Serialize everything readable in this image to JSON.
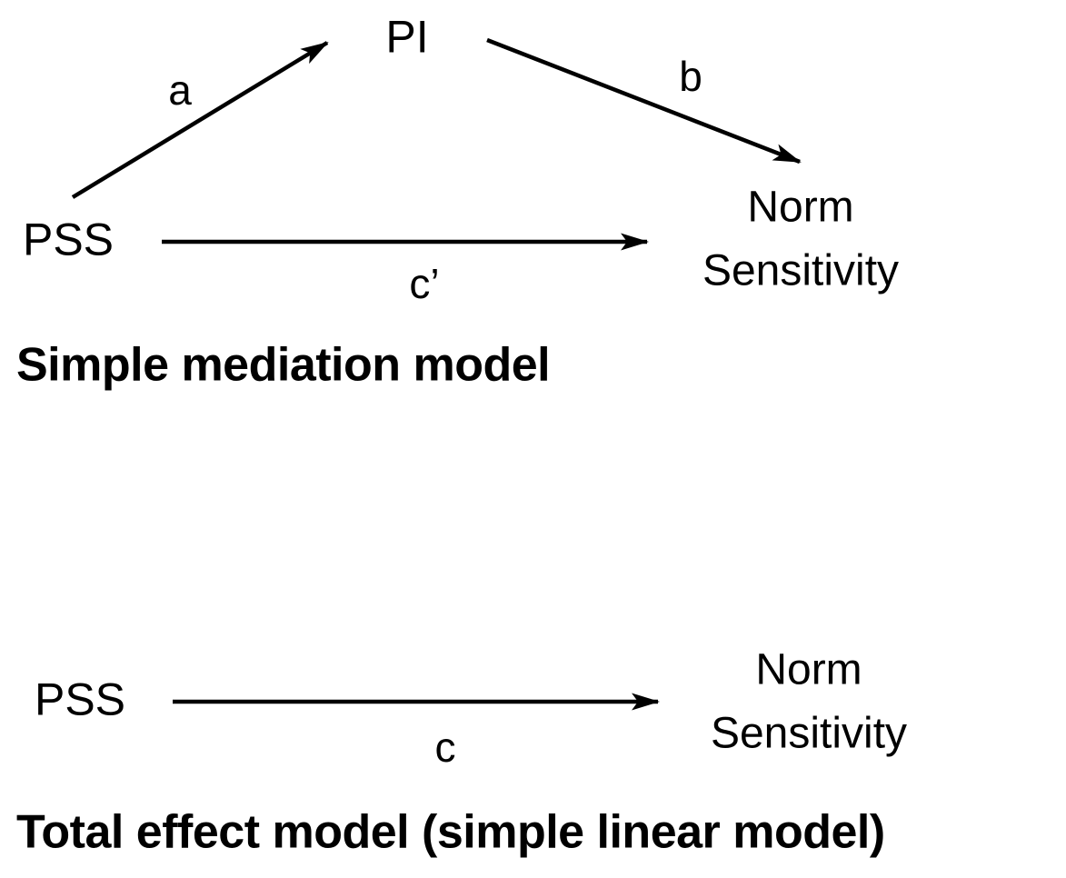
{
  "diagram": {
    "background_color": "#ffffff",
    "line_color": "#000000",
    "mediation_model": {
      "nodes": {
        "predictor": "PSS",
        "mediator": "PI",
        "outcome": "Norm Sensitivity"
      },
      "path_labels": {
        "a": "a",
        "b": "b",
        "c_prime": "c’"
      },
      "caption": "Simple mediation model"
    },
    "total_effect_model": {
      "nodes": {
        "predictor": "PSS",
        "outcome": "Norm Sensitivity"
      },
      "path_labels": {
        "c": "c"
      },
      "caption": "Total effect model (simple linear model)"
    }
  }
}
